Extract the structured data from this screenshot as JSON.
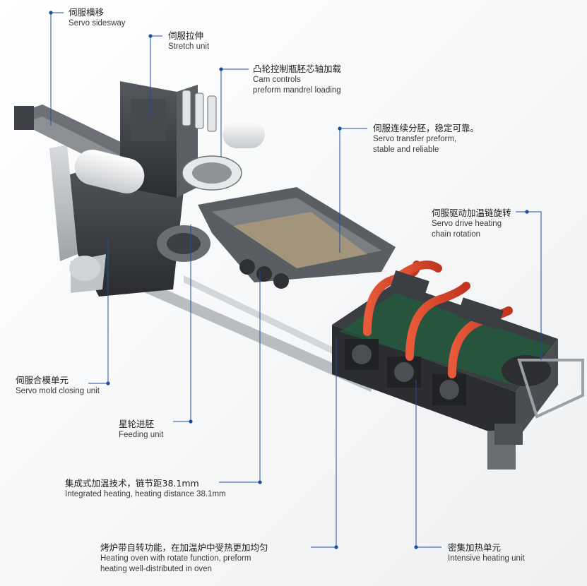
{
  "labels": [
    {
      "id": "servo-sidesway",
      "cn": "伺服横移",
      "en": [
        "Servo sidesway"
      ]
    },
    {
      "id": "stretch-unit",
      "cn": "伺服拉伸",
      "en": [
        "Stretch unit"
      ]
    },
    {
      "id": "cam-controls",
      "cn": "凸轮控制瓶胚芯轴加载",
      "en": [
        "Cam controls",
        "preform mandrel loading"
      ]
    },
    {
      "id": "servo-transfer",
      "cn": "伺服连续分胚，稳定可靠。",
      "en": [
        "Servo transfer preform,",
        "stable and reliable"
      ]
    },
    {
      "id": "servo-drive-chain",
      "cn": "伺服驱动加温链旋转",
      "en": [
        "Servo drive heating",
        "chain rotation"
      ]
    },
    {
      "id": "servo-mold-closing",
      "cn": "伺服合模单元",
      "en": [
        "Servo mold closing unit"
      ]
    },
    {
      "id": "feeding-unit",
      "cn": "星轮进胚",
      "en": [
        "Feeding unit"
      ]
    },
    {
      "id": "integrated-heating",
      "cn": "集成式加温技术，链节距38.1mm",
      "en": [
        "Integrated heating, heating distance 38.1mm"
      ]
    },
    {
      "id": "heating-oven",
      "cn": "烤炉带自转功能，在加温炉中受热更加均匀",
      "en": [
        "Heating oven with rotate function, preform",
        "heating well-distributed in oven"
      ]
    },
    {
      "id": "intensive-heating",
      "cn": "密集加热单元",
      "en": [
        "Intensive heating unit"
      ]
    }
  ],
  "colors": {
    "accent": "#1a4fa0",
    "machine_dark": "#3b3e42",
    "machine_light": "#c9ccd0",
    "heater_tube": "#d9442a"
  }
}
